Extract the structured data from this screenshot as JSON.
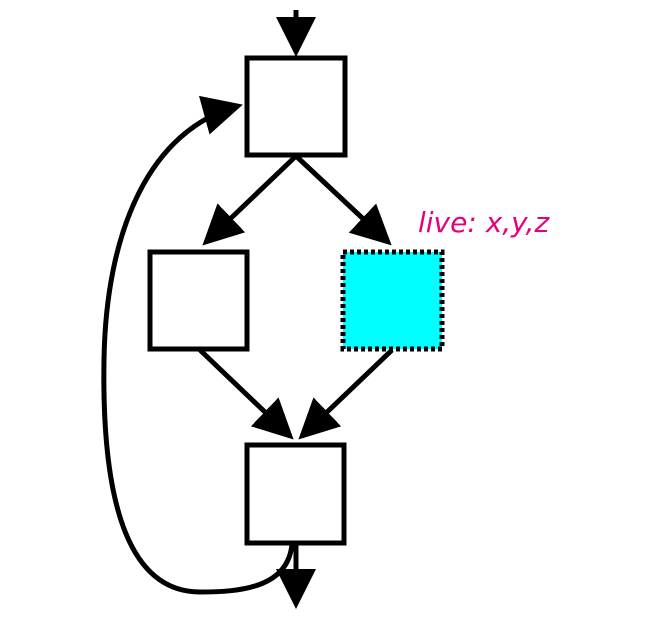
{
  "diagram": {
    "blocks": [
      {
        "id": "entry",
        "highlighted": false
      },
      {
        "id": "left",
        "highlighted": false
      },
      {
        "id": "right",
        "highlighted": true
      },
      {
        "id": "join",
        "highlighted": false
      }
    ],
    "edges": [
      {
        "from": "start",
        "to": "entry"
      },
      {
        "from": "entry",
        "to": "left"
      },
      {
        "from": "entry",
        "to": "right"
      },
      {
        "from": "left",
        "to": "join"
      },
      {
        "from": "right",
        "to": "join"
      },
      {
        "from": "join",
        "to": "entry",
        "kind": "back-edge"
      },
      {
        "from": "join",
        "to": "exit"
      }
    ],
    "annotation": {
      "text": "live: x,y,z",
      "target": "right"
    },
    "colors": {
      "stroke": "#000000",
      "highlight_fill": "#00ffff",
      "annotation": "#e6007e"
    }
  }
}
